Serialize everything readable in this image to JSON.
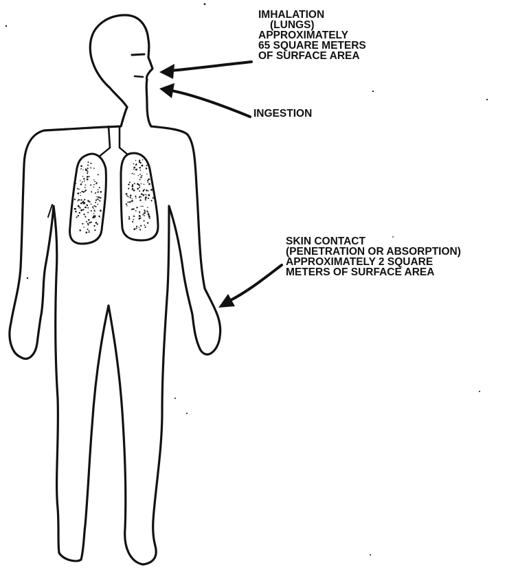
{
  "labels": {
    "inhalation": [
      "IMHALATION",
      "(LUNGS)",
      "APPROXIMATELY",
      "65 SQUARE METERS",
      "OF SURFACE AREA"
    ],
    "ingestion": "INGESTION",
    "skin_contact": [
      "SKIN CONTACT",
      "(PENETRATION OR ABSORPTION)",
      "APPROXIMATELY 2 SQUARE",
      "METERS OF SURFACE AREA"
    ]
  },
  "colors": {
    "ink": "#111111",
    "background": "#ffffff"
  }
}
